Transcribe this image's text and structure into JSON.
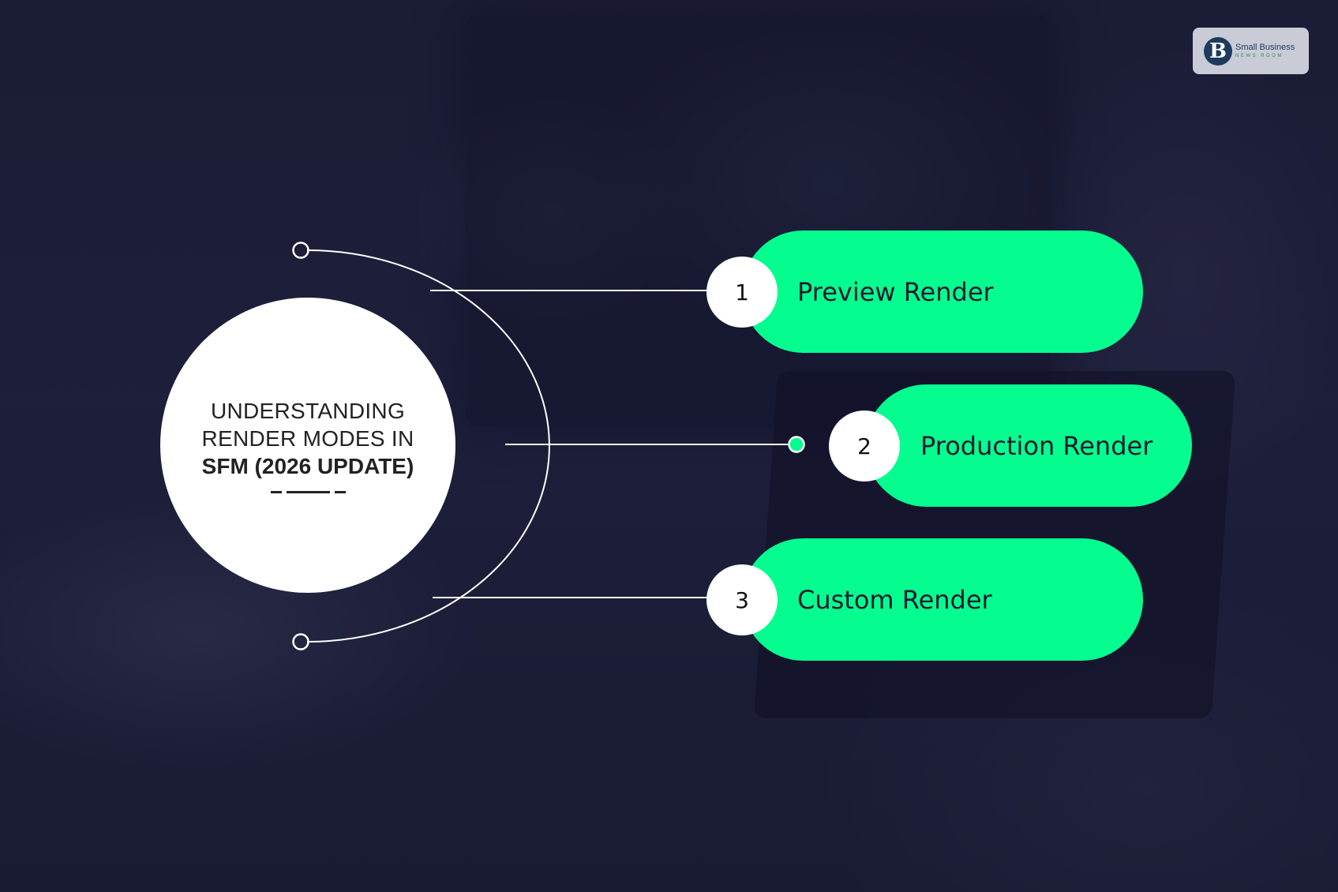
{
  "logo": {
    "mark": "B",
    "line1": "Small Business",
    "line2": "NEWS ROOM",
    "icon": "business-logo-icon"
  },
  "hub": {
    "line1": "UNDERSTANDING",
    "line2": "RENDER MODES IN",
    "line3": "SFM (2026 UPDATE)"
  },
  "items": [
    {
      "number": "1",
      "label": "Preview Render"
    },
    {
      "number": "2",
      "label": "Production Render"
    },
    {
      "number": "3",
      "label": "Custom Render"
    }
  ],
  "colors": {
    "accent": "#05fd90",
    "hub": "#ffffff",
    "line": "#ffffff",
    "background": "#2a2d4a"
  }
}
